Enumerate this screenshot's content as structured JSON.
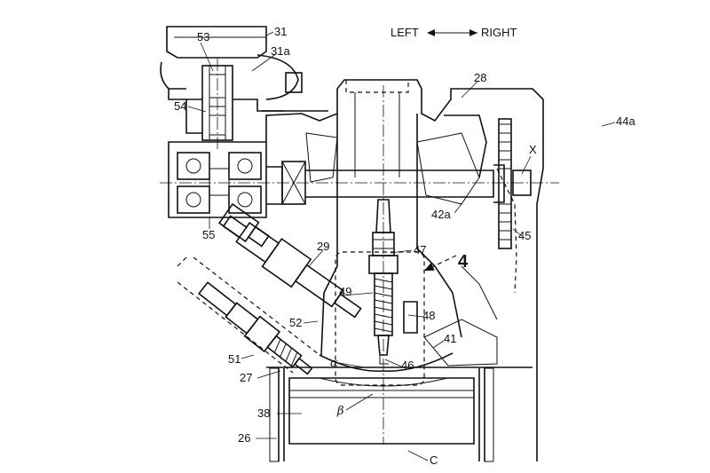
{
  "direction": {
    "left": "LEFT",
    "right": "RIGHT"
  },
  "labels": {
    "l31": "31",
    "l53": "53",
    "l31a": "31a",
    "l54": "54",
    "l55": "55",
    "l28": "28",
    "l44a": "44a",
    "lX": "X",
    "l42a": "42a",
    "l45": "45",
    "l29": "29",
    "l47": "47",
    "l4": "4",
    "l49": "49",
    "l48": "48",
    "l52": "52",
    "l41": "41",
    "l51": "51",
    "l27": "27",
    "l46": "46",
    "alpha": "α",
    "beta": "β",
    "l38": "38",
    "l26": "26",
    "lC": "C"
  }
}
